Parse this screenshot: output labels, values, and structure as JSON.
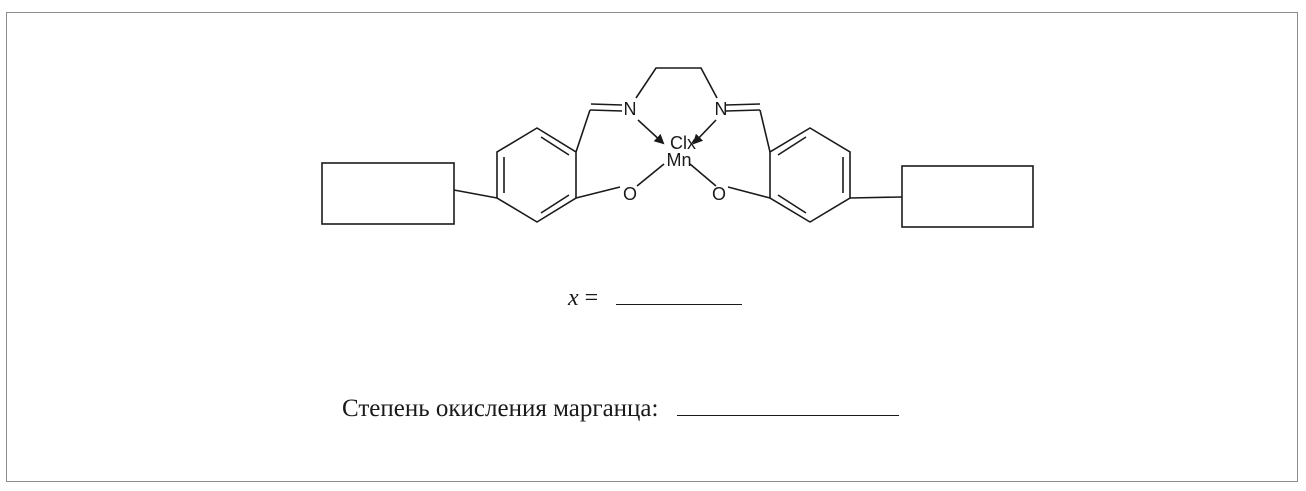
{
  "structure": {
    "atom_labels": {
      "n_left": "N",
      "n_right": "N",
      "o_left": "O",
      "o_right": "O",
      "metal": "Mn",
      "ligand": "Clx"
    },
    "answer_boxes": [
      {
        "value": ""
      },
      {
        "value": ""
      }
    ]
  },
  "question_x": {
    "variable": "x",
    "equals": "=",
    "answer": ""
  },
  "question_oxidation": {
    "label": "Степень окисления марганца:",
    "answer": ""
  }
}
